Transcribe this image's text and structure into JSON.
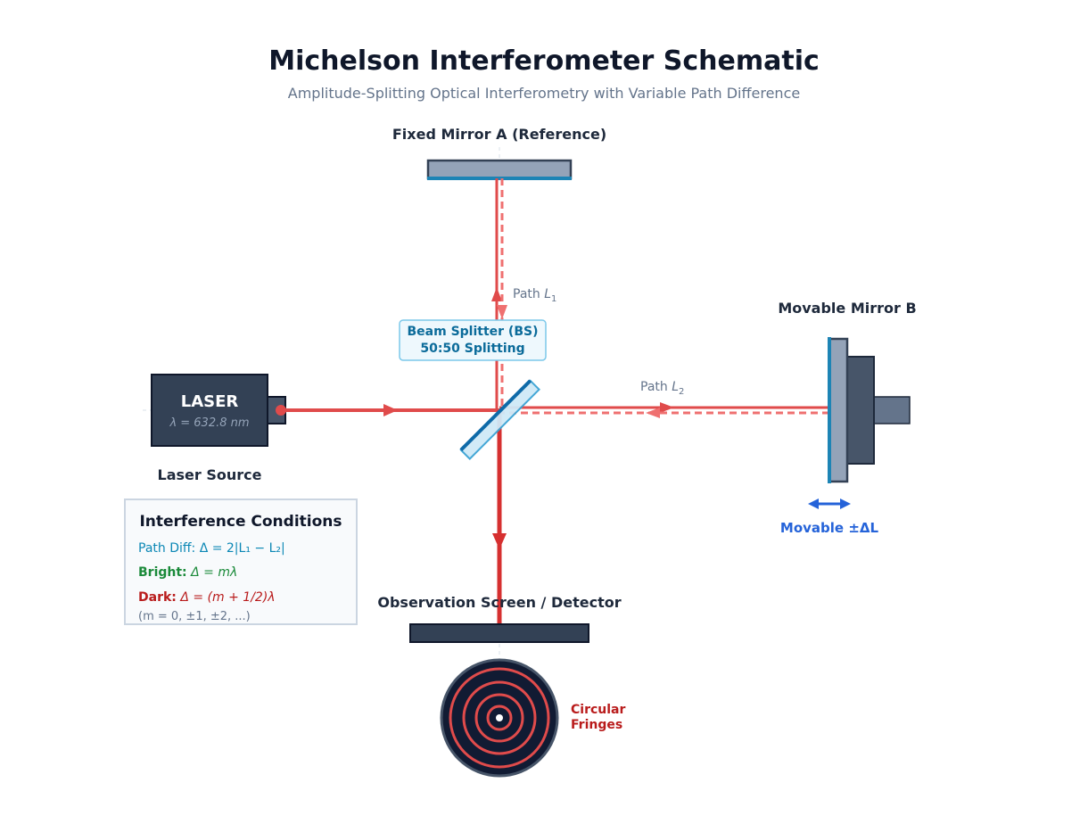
{
  "title": "Michelson Interferometer Schematic",
  "subtitle": "Amplitude-Splitting Optical Interferometry with Variable Path Difference",
  "components": {
    "fixed_mirror_label": "Fixed Mirror A (Reference)",
    "movable_mirror_label": "Movable Mirror B",
    "movable_label": "Movable ±ΔL",
    "laser_text": "LASER",
    "laser_wavelength": "λ = 632.8 nm",
    "laser_source_label": "Laser Source",
    "beam_splitter_line1": "Beam Splitter (BS)",
    "beam_splitter_line2": "50:50 Splitting",
    "screen_label": "Observation Screen / Detector",
    "fringes_line1": "Circular",
    "fringes_line2": "Fringes"
  },
  "paths": {
    "path1_prefix": "Path ",
    "path1_var": "L",
    "path1_sub": "1",
    "path2_prefix": "Path ",
    "path2_var": "L",
    "path2_sub": "2"
  },
  "conditions": {
    "title": "Interference Conditions",
    "path_diff": "Path Diff: Δ = 2|L₁ − L₂|",
    "bright_label": "Bright:",
    "bright_formula": "Δ = mλ",
    "dark_label": "Dark:",
    "dark_formula": "Δ = (m + 1/2)λ",
    "m_values": "(m = 0, ±1, ±2, ...)"
  },
  "colors": {
    "beam": "#e04b4b",
    "beam_return": "#ef7070",
    "beam_output": "#d63030",
    "mirror_fill": "#94a3b8",
    "mirror_edge": "#1d84b5",
    "dark_body": "#334155",
    "splitter_fill": "#cfe9f7",
    "splitter_edge": "#0e6aa8",
    "move_arrow": "#2563d9",
    "title": "#0f172a",
    "subtitle": "#64748b",
    "bright": "#1b8a3a",
    "dark": "#b91c1c",
    "pathdiff": "#0b87b5"
  }
}
